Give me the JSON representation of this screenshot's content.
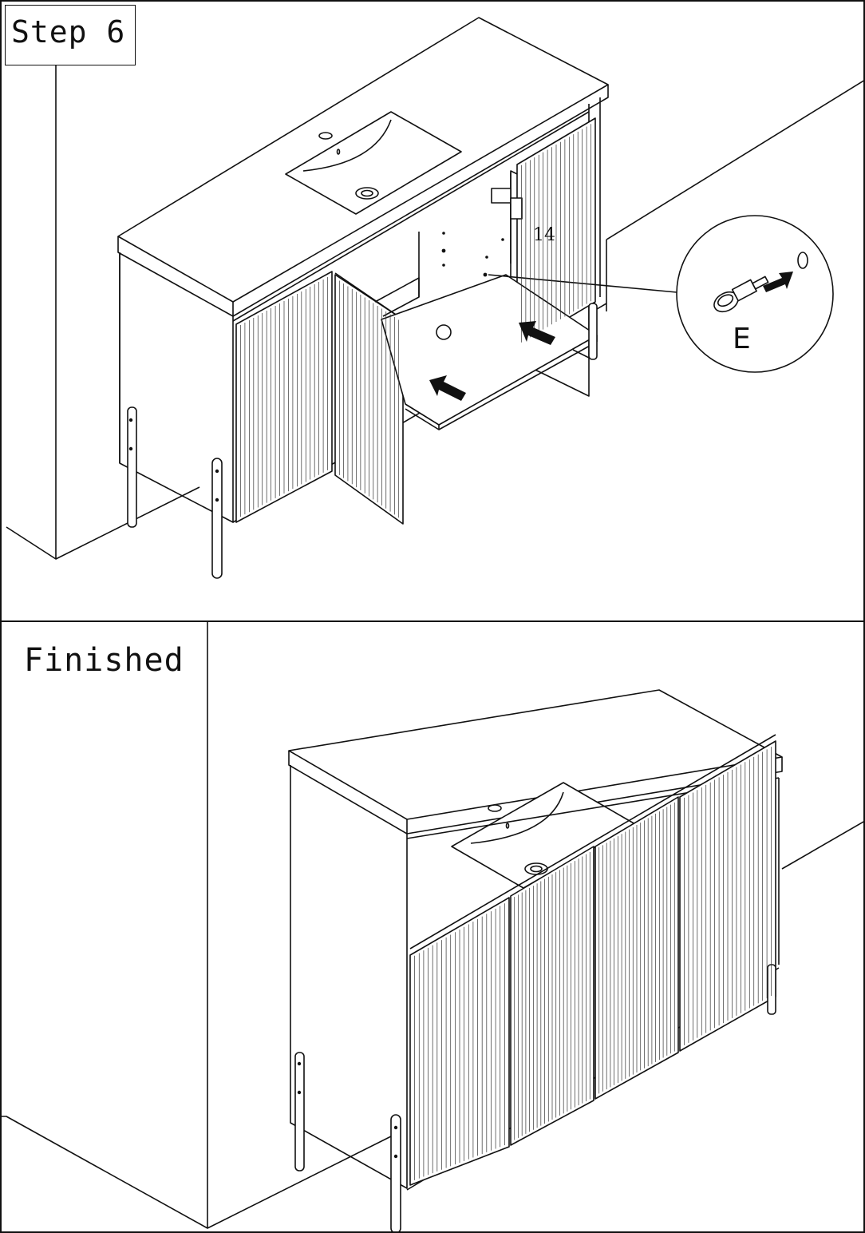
{
  "step": {
    "title": "Step 6",
    "part_label": "14",
    "detail_letter": "E"
  },
  "finished": {
    "title": "Finished"
  }
}
